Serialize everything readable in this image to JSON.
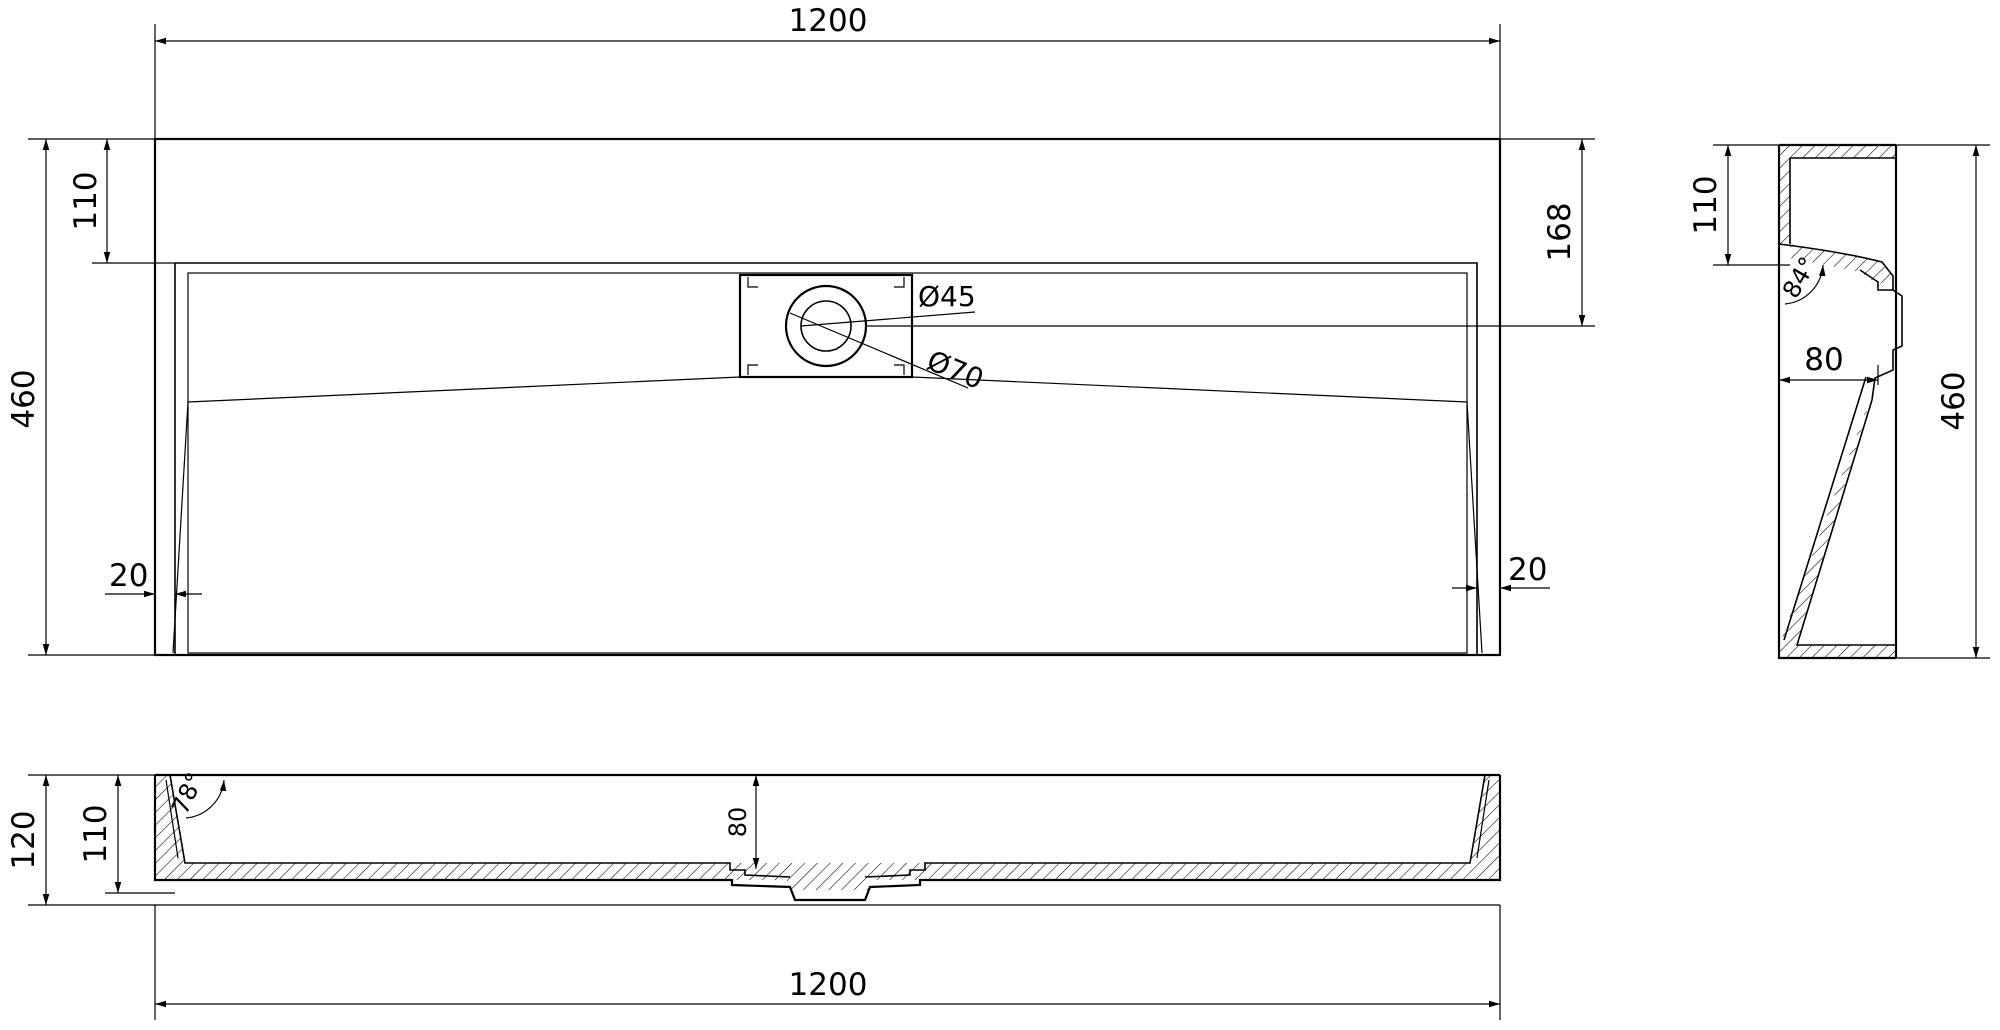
{
  "diagram": {
    "stroke_color": "#000000",
    "background": "#ffffff"
  },
  "top_view": {
    "width_label": "1200",
    "depth_label": "460",
    "back_offset_label": "110",
    "drain_offset_label": "168",
    "side_wall_left_label": "20",
    "side_wall_right_label": "20",
    "drain_inner_label": "Ø45",
    "drain_outer_label": "Ø70"
  },
  "side_view": {
    "top_label": "110",
    "bracket_label": "80",
    "depth_label": "460",
    "angle_label": "84°"
  },
  "front_view": {
    "height_label": "120",
    "inner_height_label": "110",
    "drain_depth_label": "80",
    "width_label": "1200",
    "angle_label": "78°"
  }
}
